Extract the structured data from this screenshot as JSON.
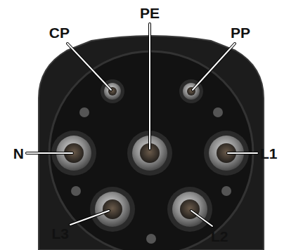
{
  "diagram": {
    "labels": [
      "PE",
      "CP",
      "PP",
      "N",
      "L1",
      "L3",
      "L2"
    ]
  }
}
